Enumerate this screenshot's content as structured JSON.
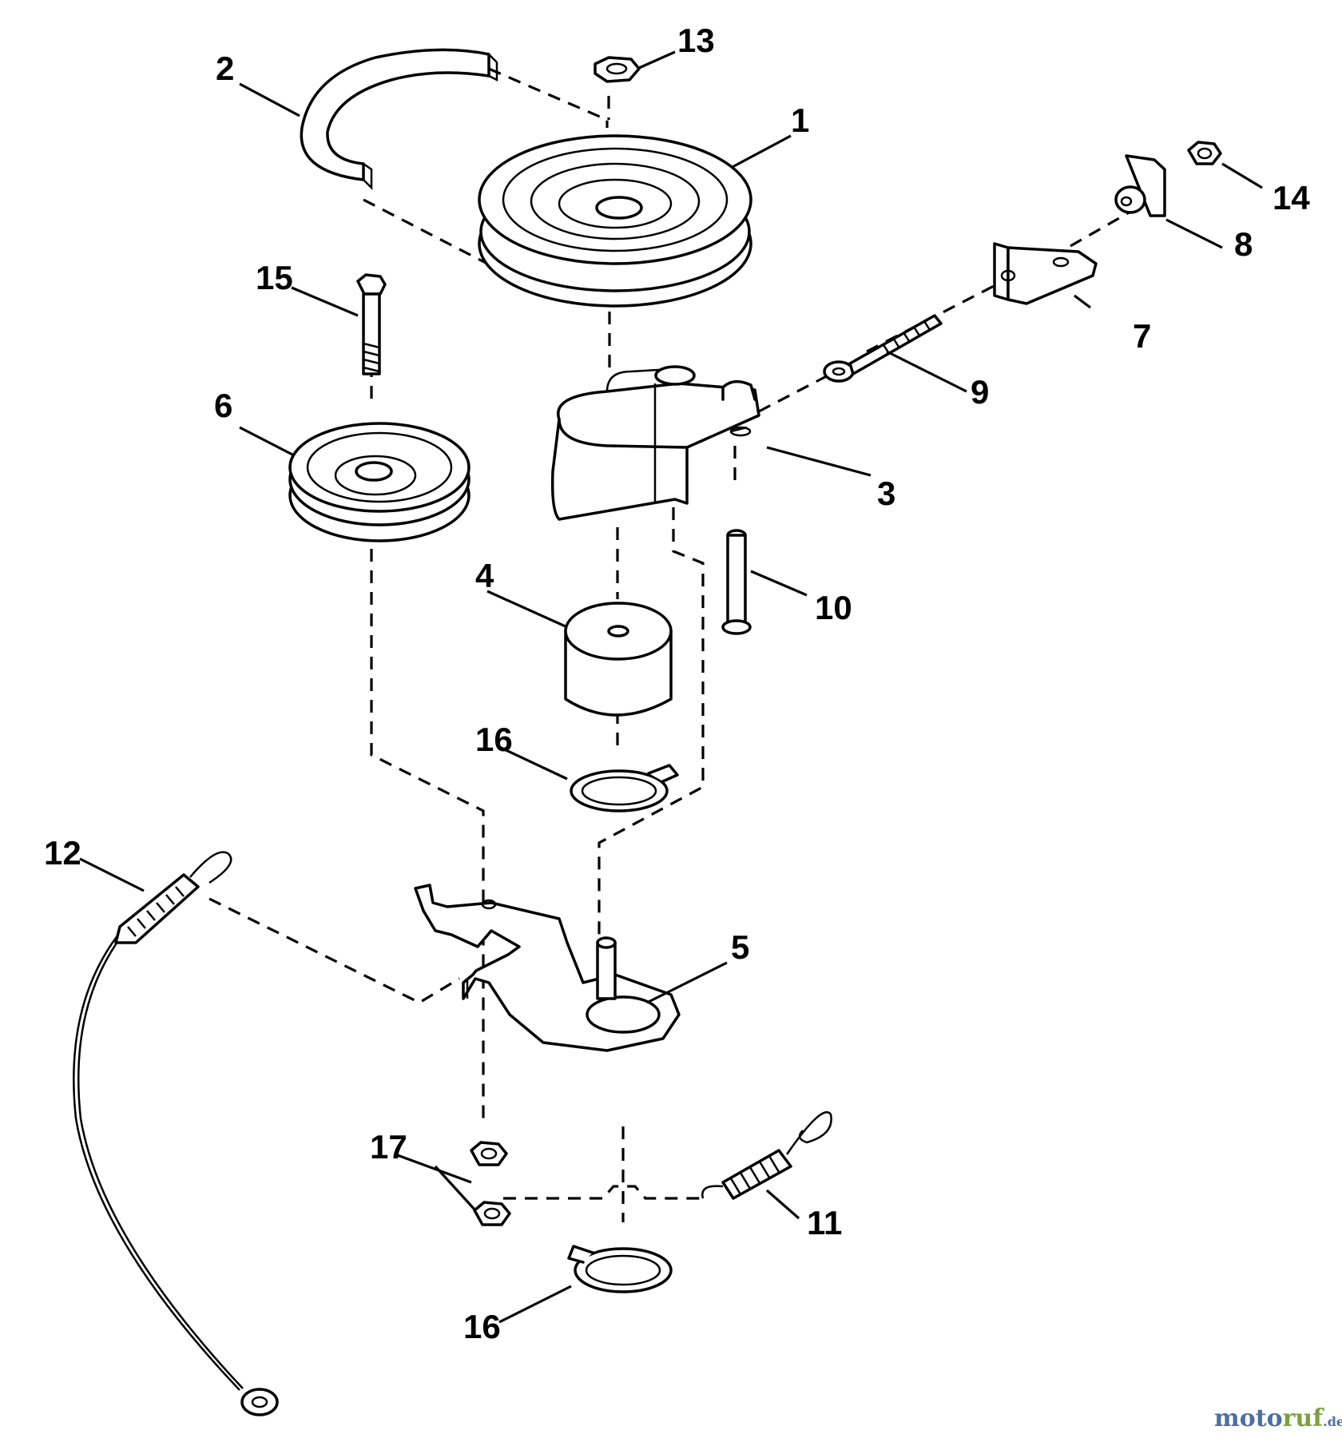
{
  "callouts": {
    "c1": "1",
    "c2": "2",
    "c3": "3",
    "c4": "4",
    "c5": "5",
    "c6": "6",
    "c7": "7",
    "c8": "8",
    "c9": "9",
    "c10": "10",
    "c11": "11",
    "c12": "12",
    "c13": "13",
    "c14": "14",
    "c15": "15",
    "c16a": "16",
    "c16b": "16",
    "c17": "17"
  },
  "watermark": {
    "prefix": "moto",
    "mid": "ruf",
    "suffix": ".de"
  },
  "colors": {
    "watermark_blue": "#4a6fa5",
    "watermark_green": "#7aa23a"
  }
}
